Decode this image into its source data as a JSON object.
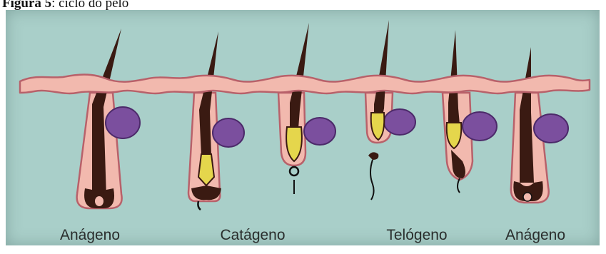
{
  "caption": {
    "bold": "Figura 5",
    "rest": ": ciclo do pelo"
  },
  "stages": [
    {
      "label": "Anágeno",
      "phase": "anagen"
    },
    {
      "label": "Catágeno",
      "phase": "catagen"
    },
    {
      "label": "Telógeno",
      "phase": "telogen"
    },
    {
      "label": "Anágeno",
      "phase": "anagen"
    }
  ],
  "colors": {
    "background": "#a9cfc9",
    "skin": "#f2b9ae",
    "skin_edge": "#b8616a",
    "hair": "#3a1a12",
    "sebaceous_gland": "#7b4f9e",
    "club_hair": "#e5d64c",
    "label_text": "#2a2e2d"
  },
  "icons": [
    "hair-follicle",
    "sebaceous-gland",
    "hair-shaft",
    "club-hair",
    "dermal-papilla"
  ]
}
